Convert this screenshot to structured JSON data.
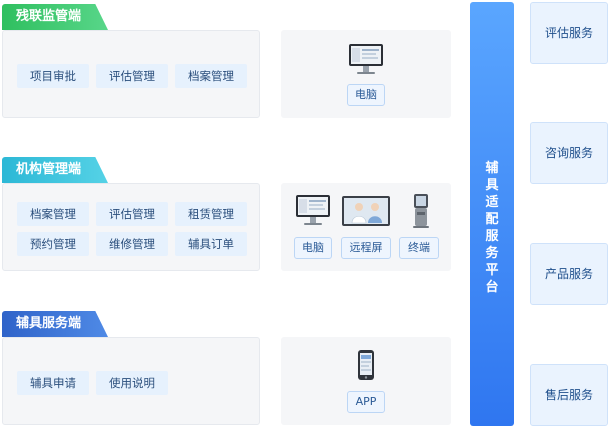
{
  "sections": [
    {
      "title": "残联监管端",
      "functions": [
        "项目审批",
        "评估管理",
        "档案管理"
      ],
      "devices": [
        "电脑"
      ]
    },
    {
      "title": "机构管理端",
      "functions": [
        "档案管理",
        "评估管理",
        "租赁管理",
        "预约管理",
        "维修管理",
        "辅具订单"
      ],
      "devices": [
        "电脑",
        "远程屏",
        "终端"
      ]
    },
    {
      "title": "辅具服务端",
      "functions": [
        "辅具申请",
        "使用说明"
      ],
      "devices": [
        "APP"
      ]
    }
  ],
  "platform": {
    "label": "辅具适配服务平台"
  },
  "services": [
    "评估服务",
    "咨询服务",
    "产品服务",
    "售后服务"
  ],
  "colors": {
    "tab_green": "#2fbf5f",
    "tab_cyan": "#2cb8d6",
    "tab_blue": "#2f63c9",
    "platform": "#3a86f5",
    "chip_bg": "#e6f1fd"
  }
}
